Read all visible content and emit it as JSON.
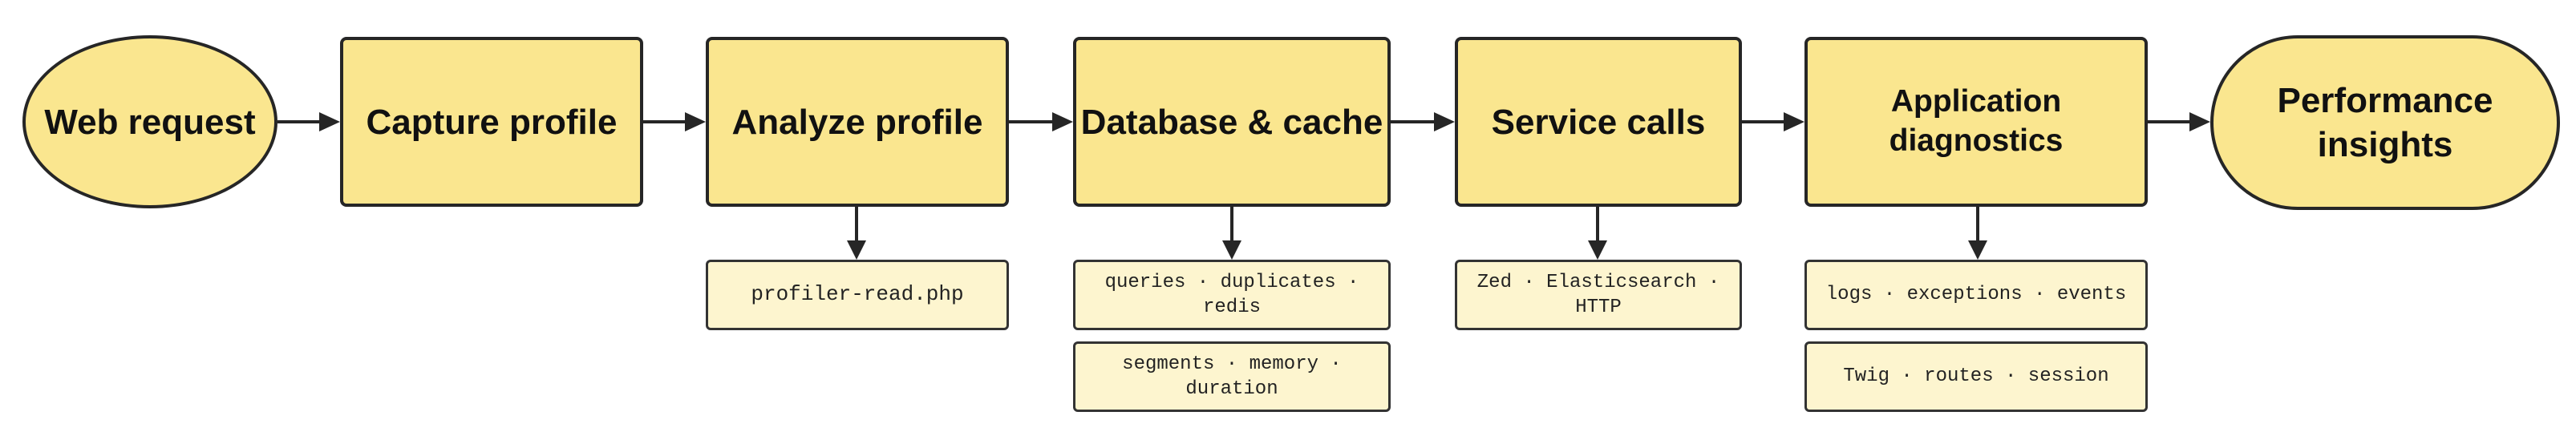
{
  "nodes": {
    "web_request": "Web request",
    "capture_profile": "Capture profile",
    "analyze_profile": "Analyze profile",
    "database_cache": "Database & cache",
    "service_calls": "Service calls",
    "application_diagnostics": "Application\ndiagnostics",
    "performance_insights": "Performance\ninsights"
  },
  "details": {
    "profiler_read": "profiler-read.php",
    "db_queries": "queries · duplicates ·\nredis",
    "db_segments": "segments · memory ·\nduration",
    "services": "Zed · Elasticsearch ·\nHTTP",
    "app_logs": "logs · exceptions · events",
    "app_twig": "Twig · routes · session"
  },
  "colors": {
    "node_fill": "#fae68f",
    "detail_fill": "#fdf5cf",
    "stroke": "#262626"
  }
}
